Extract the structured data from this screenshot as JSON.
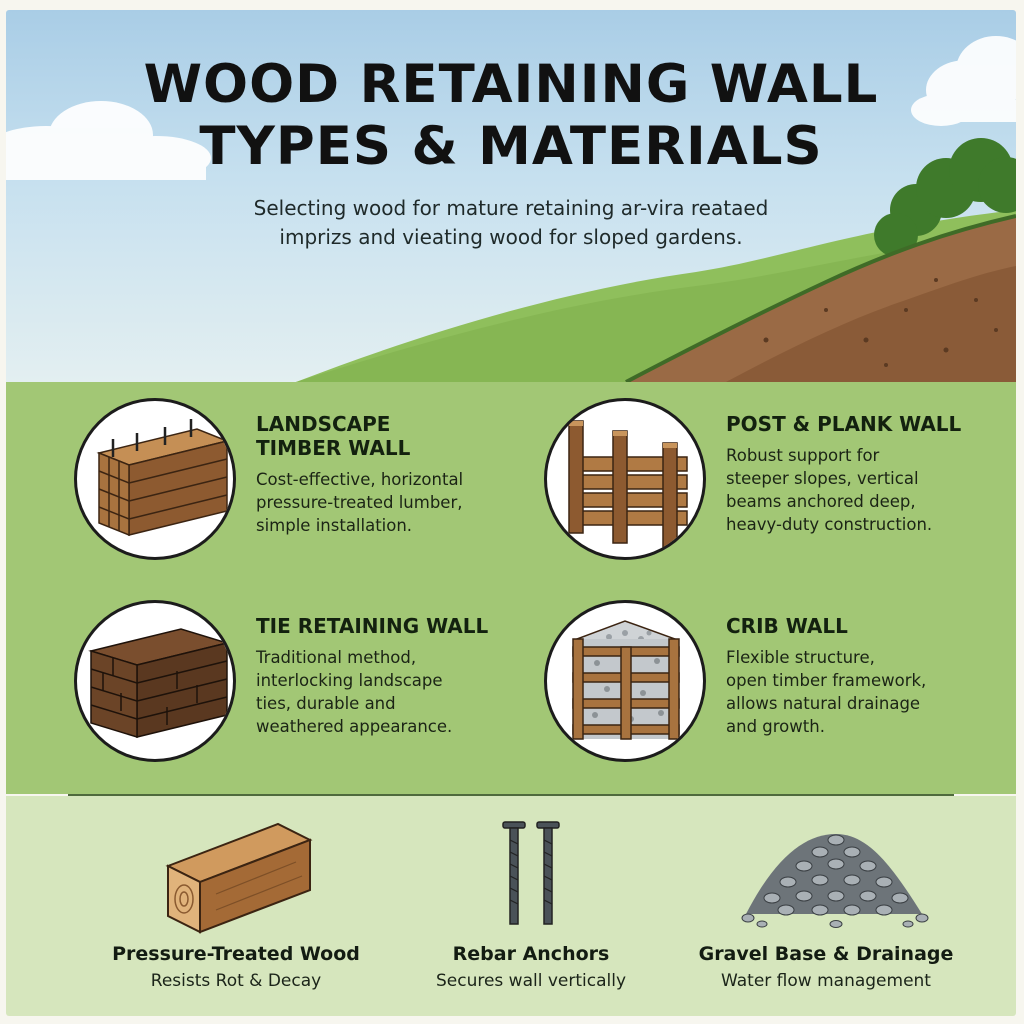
{
  "header": {
    "title_lines": [
      "WOOD RETAINING WALL",
      "TYPES & MATERIALS"
    ],
    "subtitle_lines": [
      "Selecting wood for mature retaining ar-vira reataed",
      "imprizs and vieating wood for sloped gardens."
    ]
  },
  "wall_types": [
    {
      "title_lines": [
        "LANDSCAPE",
        "TIMBER WALL"
      ],
      "desc_lines": [
        "Cost-effective, horizontal",
        "pressure-treated lumber,",
        "simple installation."
      ],
      "icon": "landscape-timber-icon"
    },
    {
      "title_lines": [
        "POST & PLANK WALL"
      ],
      "desc_lines": [
        "Robust support for",
        "steeper slopes, vertical",
        "beams anchored deep,",
        "heavy-duty construction."
      ],
      "icon": "post-plank-icon"
    },
    {
      "title_lines": [
        "TIE RETAINING WALL"
      ],
      "desc_lines": [
        "Traditional method,",
        "interlocking landscape",
        "ties, durable and",
        "weathered appearance."
      ],
      "icon": "tie-wall-icon"
    },
    {
      "title_lines": [
        "CRIB WALL"
      ],
      "desc_lines": [
        "Flexible structure,",
        "open timber framework,",
        "allows natural drainage",
        "and growth."
      ],
      "icon": "crib-wall-icon"
    }
  ],
  "materials": [
    {
      "title": "Pressure-Treated Wood",
      "desc": "Resists Rot & Decay",
      "icon": "wood-beam-icon"
    },
    {
      "title": "Rebar Anchors",
      "desc": "Secures wall vertically",
      "icon": "rebar-icon"
    },
    {
      "title": "Gravel Base & Drainage",
      "desc": "Water flow management",
      "icon": "gravel-icon"
    }
  ],
  "colors": {
    "sky": "#b7d6ea",
    "grass": "#a2c775",
    "materials_band": "#d6e6bd",
    "soil": "#9a6a45",
    "wood": "#a8733f",
    "title_text": "#111111"
  }
}
